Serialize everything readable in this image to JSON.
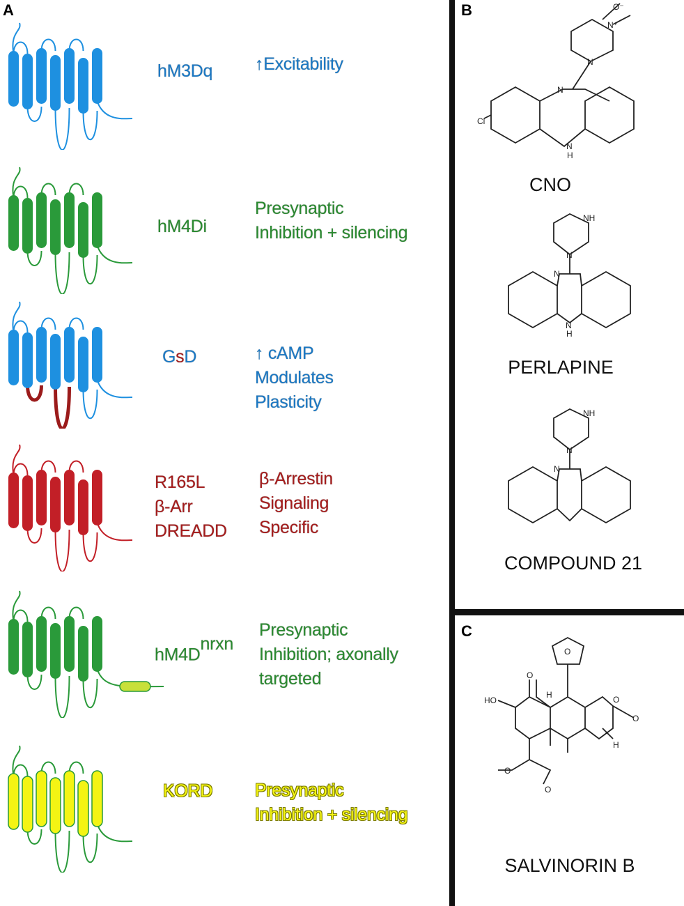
{
  "panels": {
    "a": "A",
    "b": "B",
    "c": "C"
  },
  "colors": {
    "blue": "#1e90e0",
    "blue_text": "#1a78c4",
    "green": "#2a9a3a",
    "green_text": "#2a8a30",
    "red": "#c21f27",
    "red_text": "#a51c1c",
    "dark_red": "#9b1b1b",
    "yellow": "#f4f414",
    "lime": "#c8e03a"
  },
  "receptors": [
    {
      "name": "hM3Dq",
      "desc": [
        "↑Excitability"
      ]
    },
    {
      "name": "hM4Di",
      "desc": [
        "Presynaptic",
        "Inhibition + silencing"
      ]
    },
    {
      "name_parts": [
        "G",
        "s",
        "D"
      ],
      "desc": [
        "↑ cAMP",
        "Modulates",
        "Plasticity"
      ]
    },
    {
      "name_lines": [
        "R165L",
        "β-Arr",
        "DREADD"
      ],
      "desc": [
        "β-Arrestin",
        "Signaling",
        "Specific"
      ]
    },
    {
      "name": "hM4D",
      "sup": "nrxn",
      "desc": [
        "Presynaptic",
        "Inhibition; axonally",
        "targeted"
      ]
    },
    {
      "name": "KORD",
      "desc": [
        "Presynaptic",
        "Inhibition + silencing"
      ]
    }
  ],
  "compounds": [
    {
      "name": "CNO",
      "atoms": {
        "o": "O⁻",
        "np": "N⁺",
        "n1": "N",
        "n2": "N",
        "nh": "N",
        "h": "H",
        "cl": "Cl"
      }
    },
    {
      "name": "PERLAPINE",
      "atoms": {
        "nh": "NH",
        "n1": "N",
        "n2": "N",
        "n3": "N",
        "h": "H"
      }
    },
    {
      "name": "COMPOUND 21",
      "atoms": {
        "nh": "NH",
        "n1": "N",
        "n2": "N"
      }
    },
    {
      "name": "SALVINORIN B",
      "atoms": {
        "o1": "O",
        "o2": "O",
        "o3": "O",
        "o4": "O",
        "o5": "O",
        "o6": "O",
        "ho": "HO",
        "h1": "H",
        "h2": "H"
      }
    }
  ]
}
